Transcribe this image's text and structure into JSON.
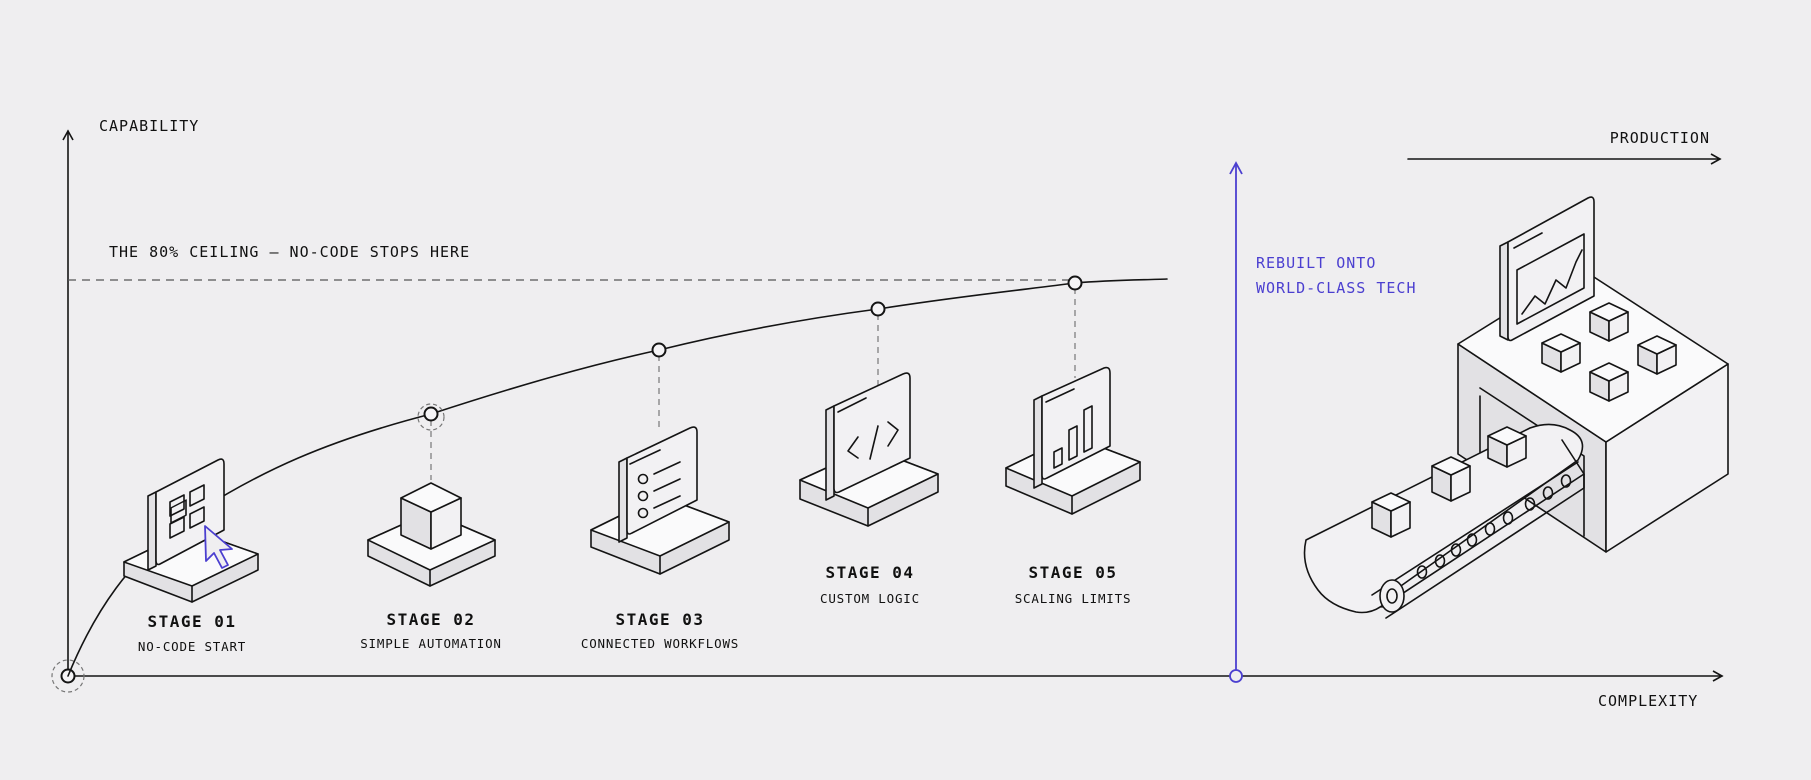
{
  "axes": {
    "y_label": "CAPABILITY",
    "x_label": "COMPLEXITY"
  },
  "ceiling": {
    "label": "THE 80% CEILING – NO-CODE STOPS HERE"
  },
  "stages": [
    {
      "title": "STAGE 01",
      "subtitle": "NO-CODE START",
      "icon": "app-grid-cursor-icon"
    },
    {
      "title": "STAGE 02",
      "subtitle": "SIMPLE AUTOMATION",
      "icon": "cube-icon"
    },
    {
      "title": "STAGE 03",
      "subtitle": "CONNECTED WORKFLOWS",
      "icon": "checklist-icon"
    },
    {
      "title": "STAGE 04",
      "subtitle": "CUSTOM LOGIC",
      "icon": "code-icon"
    },
    {
      "title": "STAGE 05",
      "subtitle": "SCALING LIMITS",
      "icon": "bar-chart-icon"
    }
  ],
  "rebuild": {
    "line1": "REBUILT ONTO",
    "line2": "WORLD-CLASS TECH"
  },
  "production": {
    "label": "PRODUCTION",
    "icon": "factory-conveyor-icon"
  },
  "colors": {
    "background": "#efeef0",
    "ink": "#141414",
    "accent": "#4b3fd0"
  }
}
